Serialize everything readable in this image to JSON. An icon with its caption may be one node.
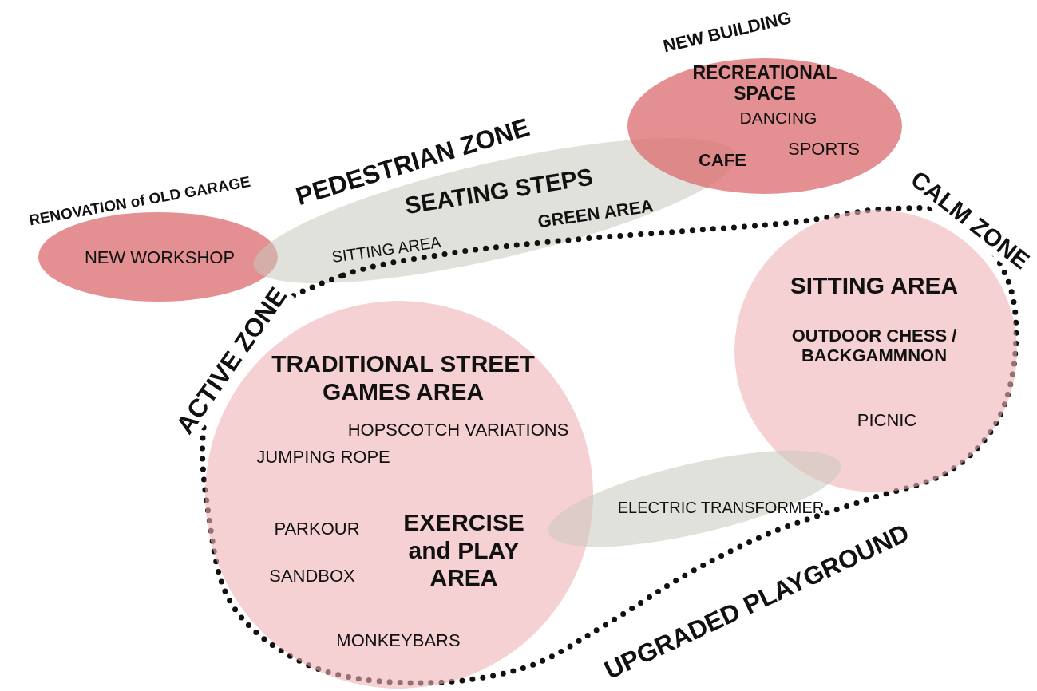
{
  "diagram": {
    "nodes": [
      {
        "text": [
          "RENOVATION of OLD GARAGE",
          "NEW WORKSHOP"
        ]
      },
      {
        "text": [
          "PEDESTRIAN ZONE",
          "SEATING STEPS",
          "GREEN AREA",
          "SITTING AREA"
        ]
      },
      {
        "text": [
          "NEW BUILDING",
          "RECREATIONAL SPACE",
          "DANCING",
          "CAFE",
          "SPORTS"
        ]
      },
      {
        "text": [
          "ACTIVE ZONE",
          "CALM ZONE",
          "UPGRADED PLAYGROUND"
        ]
      },
      {
        "text": [
          "TRADITIONAL STREET GAMES AREA",
          "HOPSCOTCH VARIATIONS",
          "JUMPING ROPE",
          "PARKOUR",
          "SANDBOX",
          "EXERCISE and PLAY AREA",
          "MONKEYBARS"
        ],
        "in": 3
      },
      {
        "text": [
          "SITTING AREA",
          "OUTDOOR CHESS / BACKGAMMNON",
          "PICNIC"
        ],
        "in": 3
      },
      {
        "text": [
          "ELECTRIC TRANSFORMER"
        ],
        "in": 3
      }
    ]
  }
}
